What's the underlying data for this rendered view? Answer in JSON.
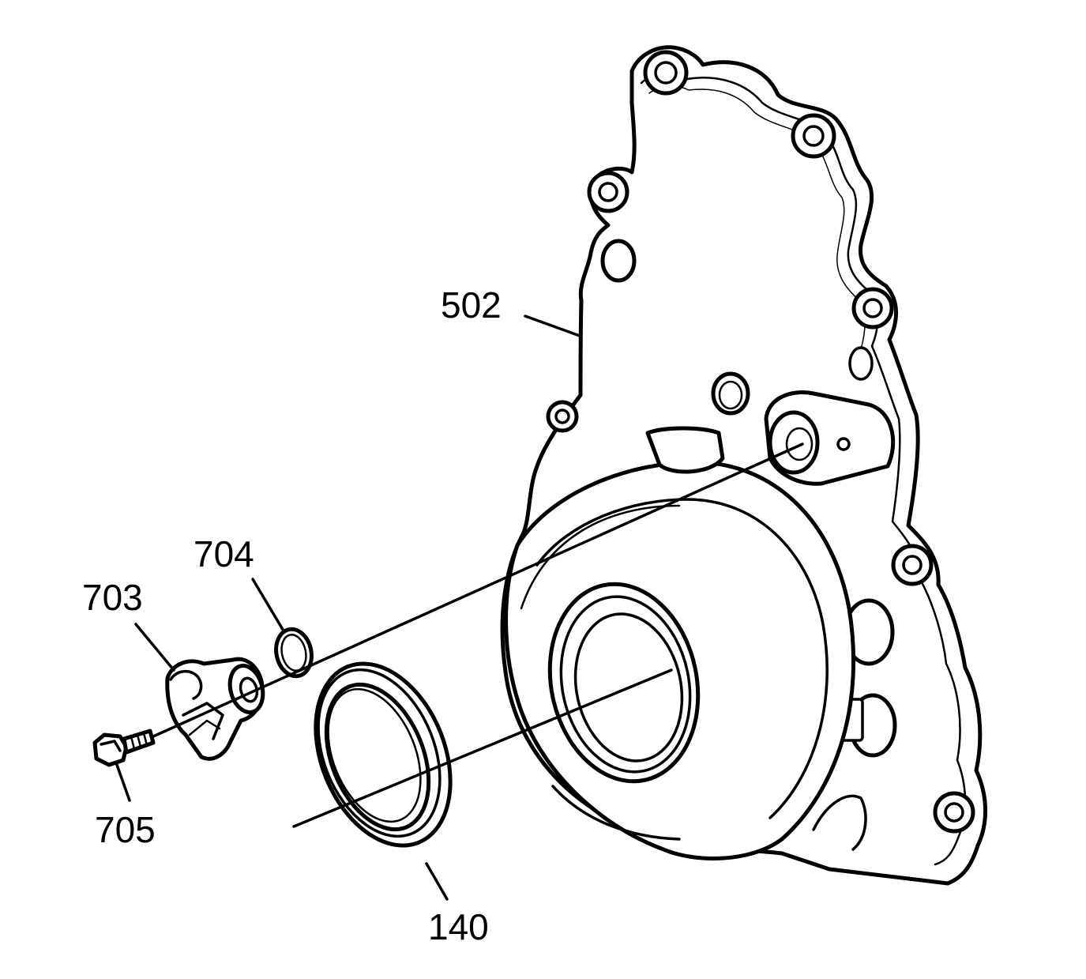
{
  "callouts": {
    "front_cover": "502",
    "seal": "140",
    "sensor": "703",
    "o_ring": "704",
    "bolt": "705"
  }
}
